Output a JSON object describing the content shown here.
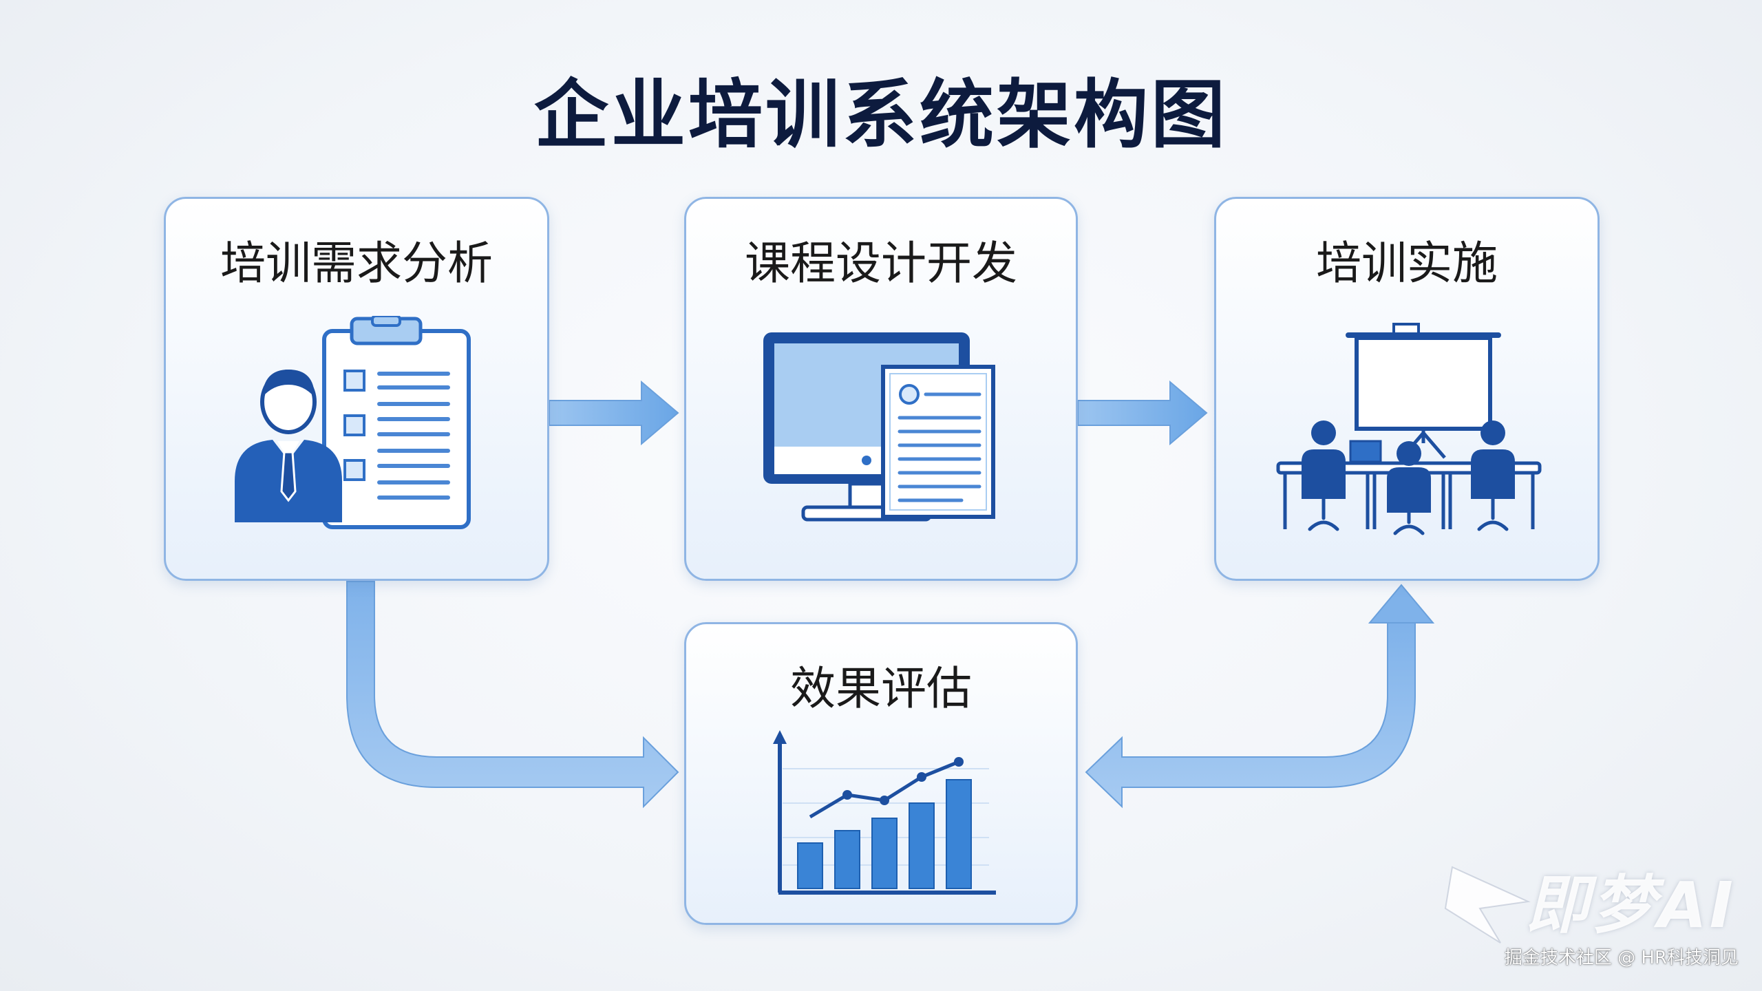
{
  "title": "企业培训系统架构图",
  "colors": {
    "card_border": "#8fb5e4",
    "arrow": "#7fb0e6",
    "icon_dark": "#1d4fa0",
    "icon_mid": "#2f6fc6",
    "icon_light": "#a9cdf2",
    "title_text": "#0d1b3e"
  },
  "nodes": [
    {
      "id": "needs",
      "label": "培训需求分析",
      "icon": "clipboard-person-icon"
    },
    {
      "id": "design",
      "label": "课程设计开发",
      "icon": "monitor-document-icon"
    },
    {
      "id": "delivery",
      "label": "培训实施",
      "icon": "classroom-presentation-icon"
    },
    {
      "id": "evaluation",
      "label": "效果评估",
      "icon": "bar-chart-trend-icon"
    }
  ],
  "edges": [
    {
      "from": "needs",
      "to": "design"
    },
    {
      "from": "design",
      "to": "delivery"
    },
    {
      "from": "needs",
      "to": "evaluation"
    },
    {
      "from": "delivery",
      "to": "evaluation"
    },
    {
      "from": "evaluation",
      "to": "delivery"
    }
  ],
  "watermark": {
    "logo": "即梦AI",
    "caption": "掘金技术社区 @ HR科技洞见"
  }
}
